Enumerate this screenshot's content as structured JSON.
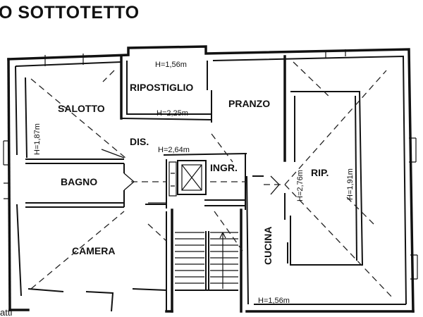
{
  "title": "O SOTTOTETTO",
  "footer_fragment": "atti",
  "rooms": {
    "salotto": "SALOTTO",
    "ripostiglio": "RIPOSTIGLIO",
    "pranzo": "PRANZO",
    "dis": "DIS.",
    "bagno": "BAGNO",
    "ingr": "INGR.",
    "rip": "RIP.",
    "camera": "CAMERA",
    "cucina": "CUCINA"
  },
  "heights": {
    "ripostiglio_top": "H=1,56m",
    "ripostiglio_bottom": "H=2,25m",
    "salotto": "H=1,87m",
    "dis": "H=2,64m",
    "rip_left": "H=2,76m",
    "rip_right": "H=1,91m",
    "cucina_bottom": "H=1,56m"
  }
}
